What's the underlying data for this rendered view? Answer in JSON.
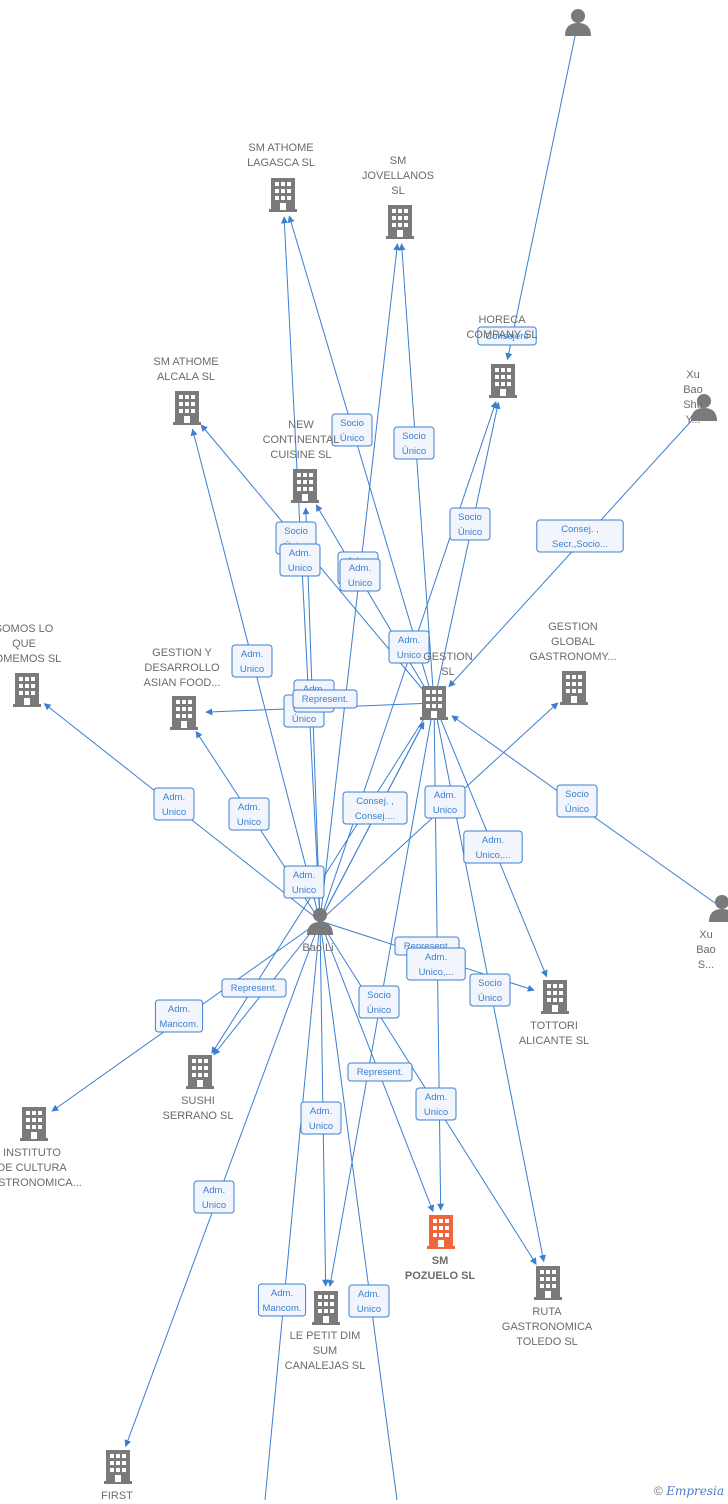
{
  "colors": {
    "edge": "#3b7fd0",
    "node_company": "#7a7a7a",
    "node_main": "#f0663a",
    "node_person": "#7a7a7a",
    "label_bg": "#f2f6fc",
    "label_text": "#3b7fd0"
  },
  "nodes": [
    {
      "id": "p_top",
      "type": "person",
      "label": ""
    },
    {
      "id": "sm_athome_lagasca",
      "type": "company",
      "label": "SM ATHOME\nLAGASCA  SL"
    },
    {
      "id": "sm_jovellanos",
      "type": "company",
      "label": "SM\nJOVELLANOS\nSL"
    },
    {
      "id": "horeca",
      "type": "company",
      "label": "HORECA\nCOMPANY  SL"
    },
    {
      "id": "xu_bao_shu_1",
      "type": "person",
      "label": "Xu Bao Shu Y..."
    },
    {
      "id": "sm_athome_alcala",
      "type": "company",
      "label": "SM ATHOME\nALCALA  SL"
    },
    {
      "id": "new_continental",
      "type": "company",
      "label": "NEW\nCONTINENTAL\nCUISINE  SL"
    },
    {
      "id": "somos",
      "type": "company",
      "label": "SOMOS LO\nQUE\nCOMEMOS  SL"
    },
    {
      "id": "gestion_desarrollo",
      "type": "company",
      "label": "GESTION Y\nDESARROLLO\nASIAN FOOD..."
    },
    {
      "id": "gestion_sl",
      "type": "company",
      "label": "GESTION\nSL"
    },
    {
      "id": "gestion_global",
      "type": "company",
      "label": "GESTION\nGLOBAL\nGASTRONOMY..."
    },
    {
      "id": "xu_bao_shu_2",
      "type": "person",
      "label": "Xu Bao S..."
    },
    {
      "id": "bao_li",
      "type": "person",
      "label": "Bao Li"
    },
    {
      "id": "tottori",
      "type": "company",
      "label": "TOTTORI\nALICANTE  SL"
    },
    {
      "id": "sushi_serrano",
      "type": "company",
      "label": "SUSHI\nSERRANO SL"
    },
    {
      "id": "instituto",
      "type": "company",
      "label": "INSTITUTO\nDE CULTURA\nGASTRONOMICA..."
    },
    {
      "id": "sm_pozuelo",
      "type": "main",
      "label": "SM\nPOZUELO  SL"
    },
    {
      "id": "ruta",
      "type": "company",
      "label": "RUTA\nGASTRONOMICA\nTOLEDO  SL"
    },
    {
      "id": "le_petit",
      "type": "company",
      "label": "LE PETIT DIM\nSUM\nCANALEJAS  SL"
    },
    {
      "id": "first",
      "type": "company",
      "label": "FIRST"
    },
    {
      "id": "off_bottom_left",
      "type": "none",
      "label": ""
    },
    {
      "id": "off_bottom_right",
      "type": "none",
      "label": ""
    }
  ],
  "edges": [
    {
      "from": "p_top",
      "to": "horeca",
      "label": "Consejero"
    },
    {
      "from": "xu_bao_shu_1",
      "to": "gestion_sl",
      "label": "Consej. ,\nSecr.,Socio..."
    },
    {
      "from": "gestion_sl",
      "to": "sm_athome_lagasca",
      "label": "Socio\nÚnico"
    },
    {
      "from": "gestion_sl",
      "to": "sm_jovellanos",
      "label": "Socio\nÚnico"
    },
    {
      "from": "gestion_sl",
      "to": "horeca",
      "label": "Socio\nÚnico"
    },
    {
      "from": "gestion_sl",
      "to": "sm_athome_alcala",
      "label": "Socio\nÚnico"
    },
    {
      "from": "gestion_sl",
      "to": "new_continental",
      "label": "Adm.\nUnico"
    },
    {
      "from": "gestion_sl",
      "to": "gestion_desarrollo",
      "label": "Socio\nÚnico"
    },
    {
      "from": "xu_bao_shu_2",
      "to": "gestion_sl",
      "label": "Socio\nÚnico"
    },
    {
      "from": "bao_li",
      "to": "gestion_sl",
      "label": "Adm.\nUnico"
    },
    {
      "from": "bao_li",
      "to": "sm_athome_lagasca",
      "label": "Adm.\nUnico"
    },
    {
      "from": "bao_li",
      "to": "sm_jovellanos",
      "label": "Adm.\nUnico"
    },
    {
      "from": "bao_li",
      "to": "horeca",
      "label": "Adm.\nUnico"
    },
    {
      "from": "bao_li",
      "to": "sm_athome_alcala",
      "label": "Adm.\nUnico"
    },
    {
      "from": "bao_li",
      "to": "new_continental",
      "label": "Adm.\nUnico"
    },
    {
      "from": "bao_li",
      "to": "somos",
      "label": "Adm.\nUnico"
    },
    {
      "from": "bao_li",
      "to": "gestion_desarrollo",
      "label": "Adm.\nUnico"
    },
    {
      "from": "bao_li",
      "to": "gestion_sl",
      "label": "Consej. ,\nConsej...."
    },
    {
      "from": "bao_li",
      "to": "gestion_global",
      "label": "Adm.\nUnico"
    },
    {
      "from": "bao_li",
      "to": "tottori",
      "label": "Represent."
    },
    {
      "from": "bao_li",
      "to": "sushi_serrano",
      "label": "Represent."
    },
    {
      "from": "bao_li",
      "to": "instituto",
      "label": "Adm.\nMancom."
    },
    {
      "from": "bao_li",
      "to": "sm_pozuelo",
      "label": "Socio\nÚnico"
    },
    {
      "from": "bao_li",
      "to": "ruta",
      "label": "Adm.\nUnico"
    },
    {
      "from": "bao_li",
      "to": "le_petit",
      "label": "Adm.\nUnico"
    },
    {
      "from": "bao_li",
      "to": "first",
      "label": "Adm.\nUnico"
    },
    {
      "from": "bao_li",
      "to": "off_bottom_left",
      "label": "Adm.\nMancom."
    },
    {
      "from": "bao_li",
      "to": "off_bottom_right",
      "label": "Adm.\nUnico"
    },
    {
      "from": "gestion_sl",
      "to": "tottori",
      "label": "Adm.\nUnico,..."
    },
    {
      "from": "gestion_sl",
      "to": "sm_pozuelo",
      "label": "Adm.\nUnico,..."
    },
    {
      "from": "gestion_sl",
      "to": "ruta",
      "label": "Socio\nÚnico"
    },
    {
      "from": "gestion_sl",
      "to": "le_petit",
      "label": "Represent."
    },
    {
      "from": "gestion_sl",
      "to": "sushi_serrano",
      "label": "Represent."
    }
  ],
  "footer": {
    "copyright": "©",
    "brand": "Empresia"
  }
}
